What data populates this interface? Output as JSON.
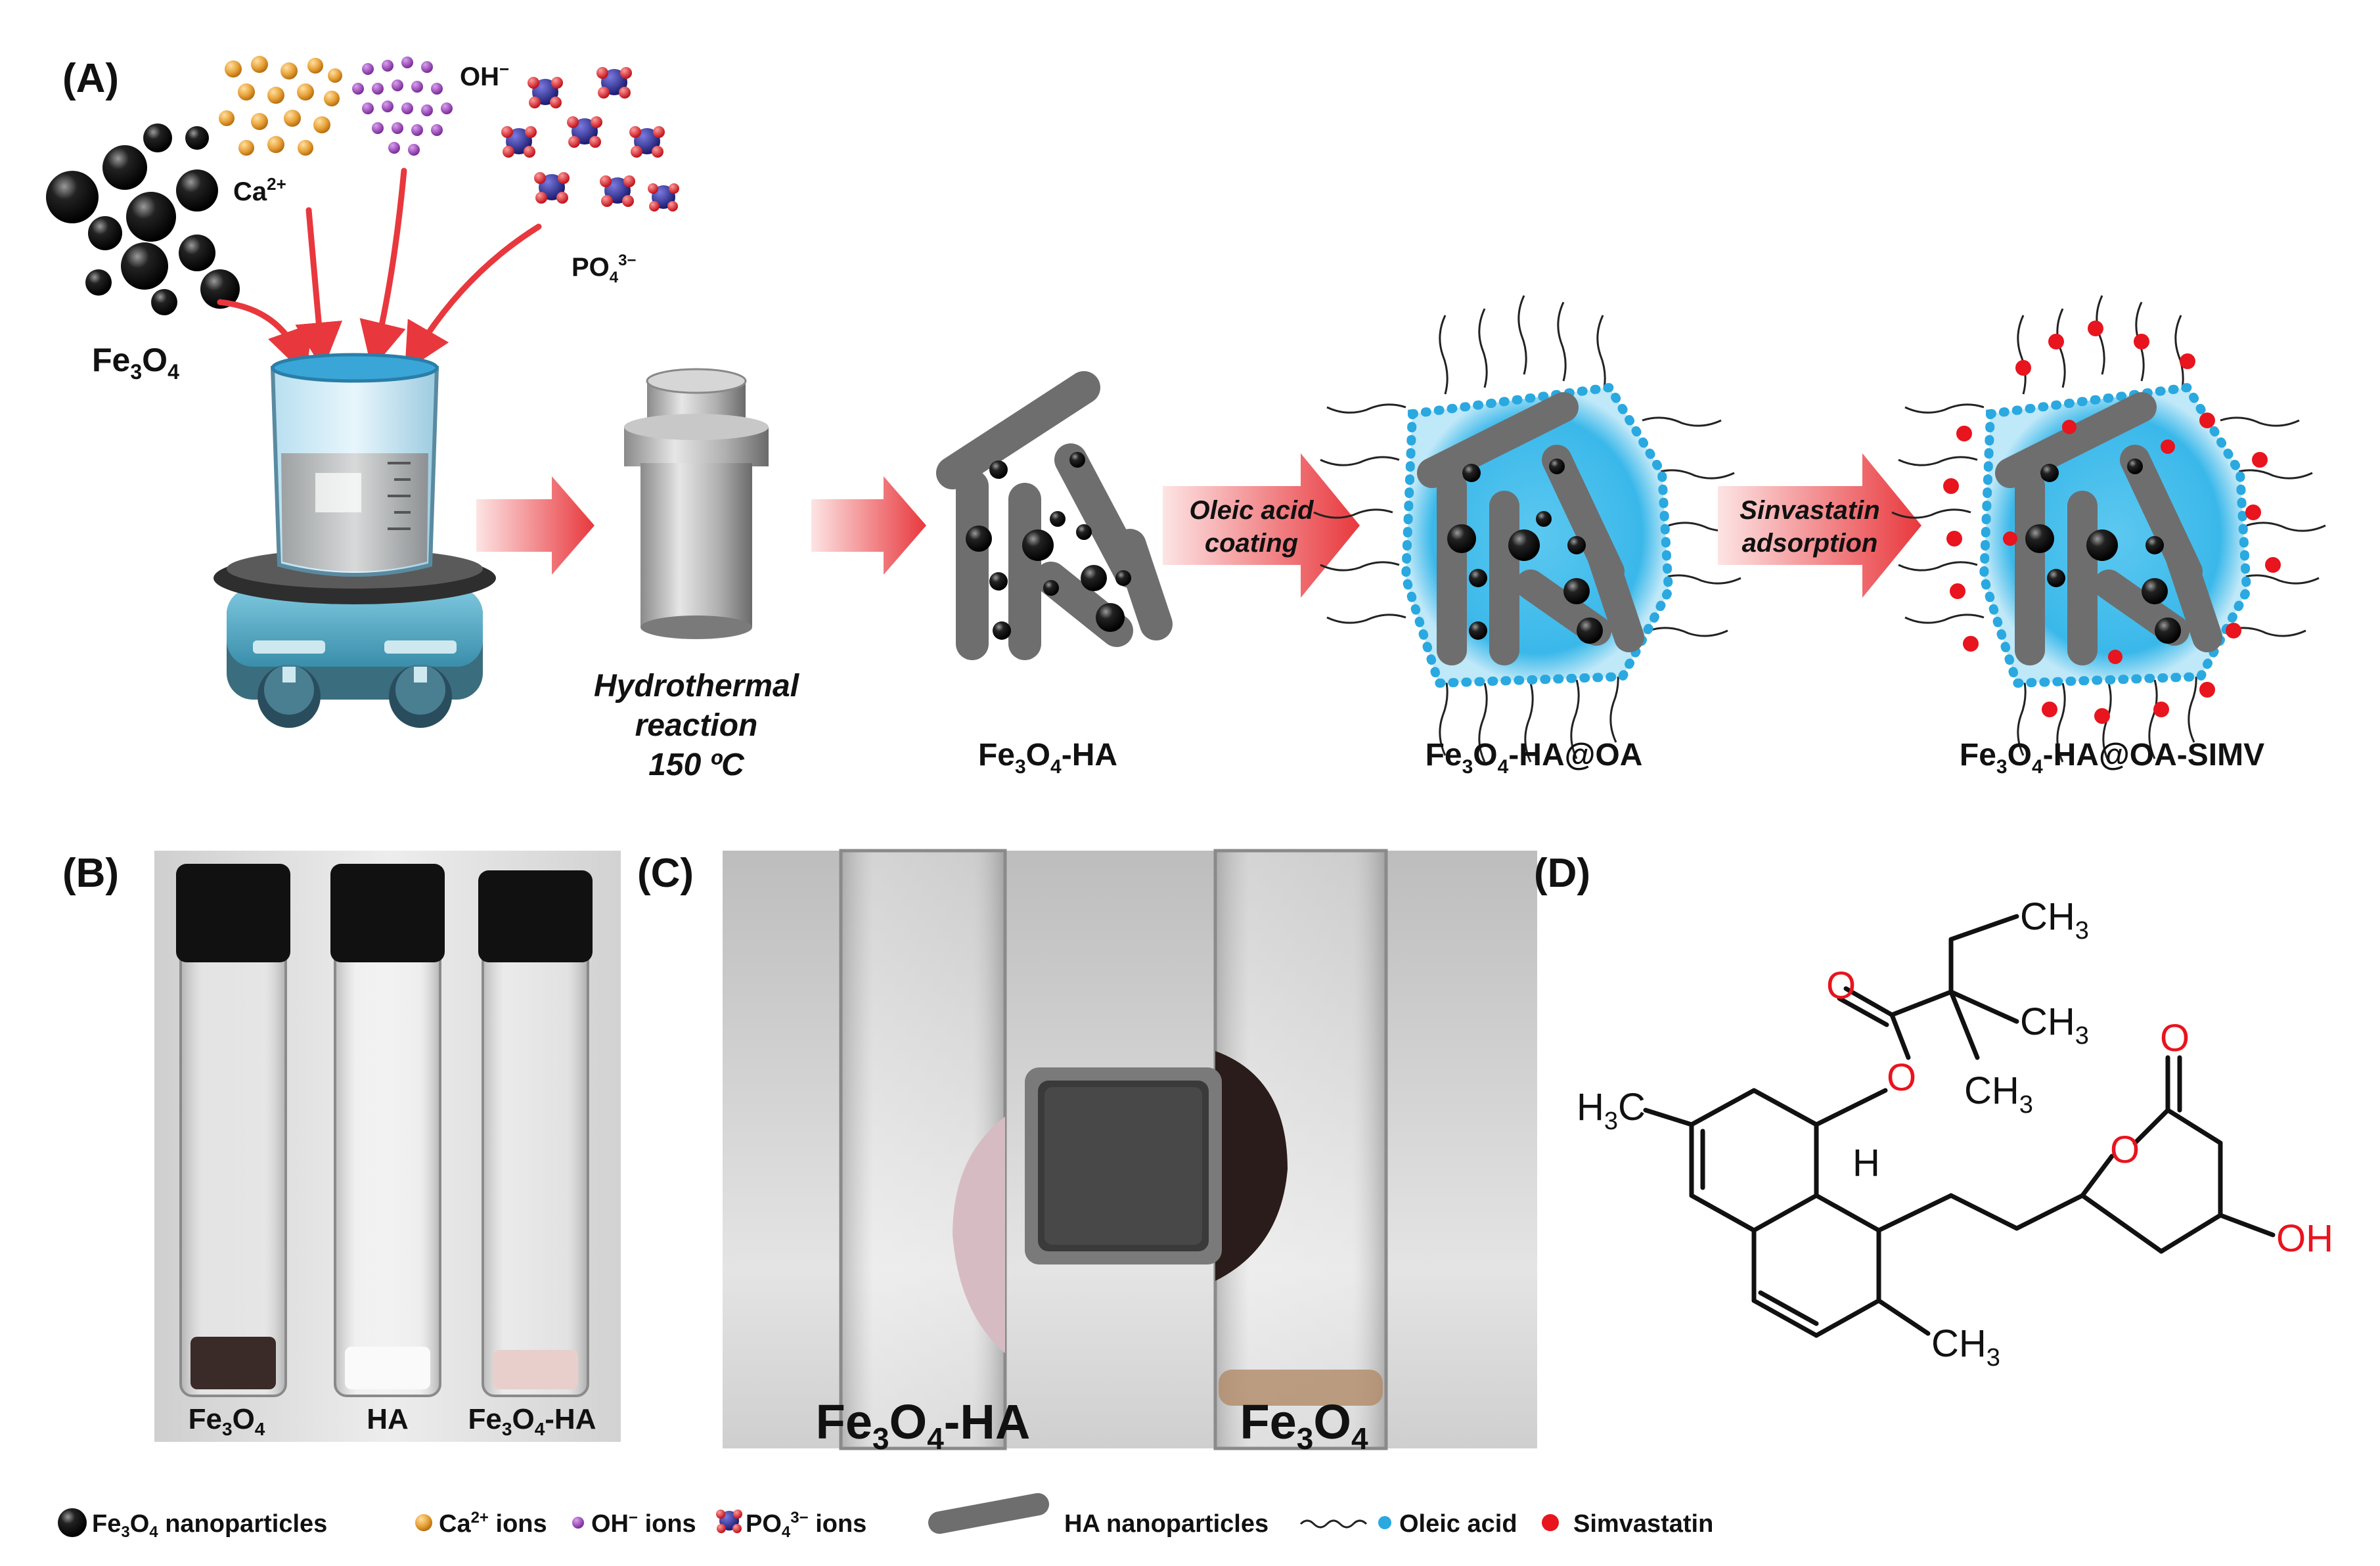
{
  "panels": {
    "a_label": "(A)",
    "b_label": "(B)",
    "c_label": "(C)",
    "d_label": "(D)"
  },
  "reagents": {
    "ca": "Ca",
    "ca_sup": "2+",
    "oh": "OH",
    "oh_sup": "−",
    "po": "PO",
    "po_sub": "4",
    "po_sup": "3−",
    "fe": "Fe",
    "fe_sub1": "3",
    "o": "O",
    "fe_sub2": "4"
  },
  "steps": {
    "hydro1": "Hydrothermal",
    "hydro2": "reaction",
    "hydro3": "150 ºC",
    "oleic1": "Oleic acid",
    "oleic2": "coating",
    "simv1": "Sinvastatin",
    "simv2": "adsorption"
  },
  "products": {
    "p1_a": "Fe",
    "p1_b": "3",
    "p1_c": "O",
    "p1_d": "4",
    "p1_e": "-HA",
    "p2_a": "Fe",
    "p2_b": "3",
    "p2_c": "O",
    "p2_d": "4",
    "p2_e": "-HA@OA",
    "p3_a": "Fe",
    "p3_b": "3",
    "p3_c": "O",
    "p3_d": "4",
    "p3_e": "-HA@OA-SIMV"
  },
  "vials_b": {
    "v1_a": "Fe",
    "v1_b": "3",
    "v1_c": "O",
    "v1_d": "4",
    "v2": "HA",
    "v3_a": "Fe",
    "v3_b": "3",
    "v3_c": "O",
    "v3_d": "4",
    "v3_e": "-HA"
  },
  "photo_c": {
    "left_a": "Fe",
    "left_b": "3",
    "left_c": "O",
    "left_d": "4",
    "left_e": "-HA",
    "right_a": "Fe",
    "right_b": "3",
    "right_c": "O",
    "right_d": "4"
  },
  "molecule": {
    "ch3_top": "CH",
    "ch3_top_sub": "3",
    "ch3_mid": "CH",
    "ch3_mid_sub": "3",
    "ch3_low": "CH",
    "ch3_low_sub": "3",
    "h3c": "H",
    "h3c_sub": "3",
    "h3c_c": "C",
    "h": "H",
    "oh": "OH",
    "o_ester_carbonyl": "O",
    "o_ester": "O",
    "o_lactone_carbonyl": "O",
    "o_lactone": "O",
    "ch3_bottom": "CH",
    "ch3_bottom_sub": "3"
  },
  "legend": {
    "fe_a": "Fe",
    "fe_b": "3",
    "fe_c": "O",
    "fe_d": "4",
    "fe_e": " nanoparticles",
    "ca_a": "Ca",
    "ca_b": "2+",
    "ca_c": " ions",
    "oh_a": "OH",
    "oh_b": "−",
    "oh_c": " ions",
    "po_a": "PO",
    "po_b": "4",
    "po_c": "3−",
    "po_d": " ions",
    "ha": "HA nanoparticles",
    "oa": "Oleic acid",
    "simv": "Simvastatin"
  },
  "colors": {
    "arrow_red": "#e8383d",
    "ca_orange": "#e8a23a",
    "oh_purple": "#8e3fa8",
    "po_blue": "#2a2a8c",
    "po_red": "#e0202a",
    "oleic_blue": "#2aa8e0",
    "simv_red": "#e8141e",
    "heteroatom_red": "#e8141e"
  }
}
